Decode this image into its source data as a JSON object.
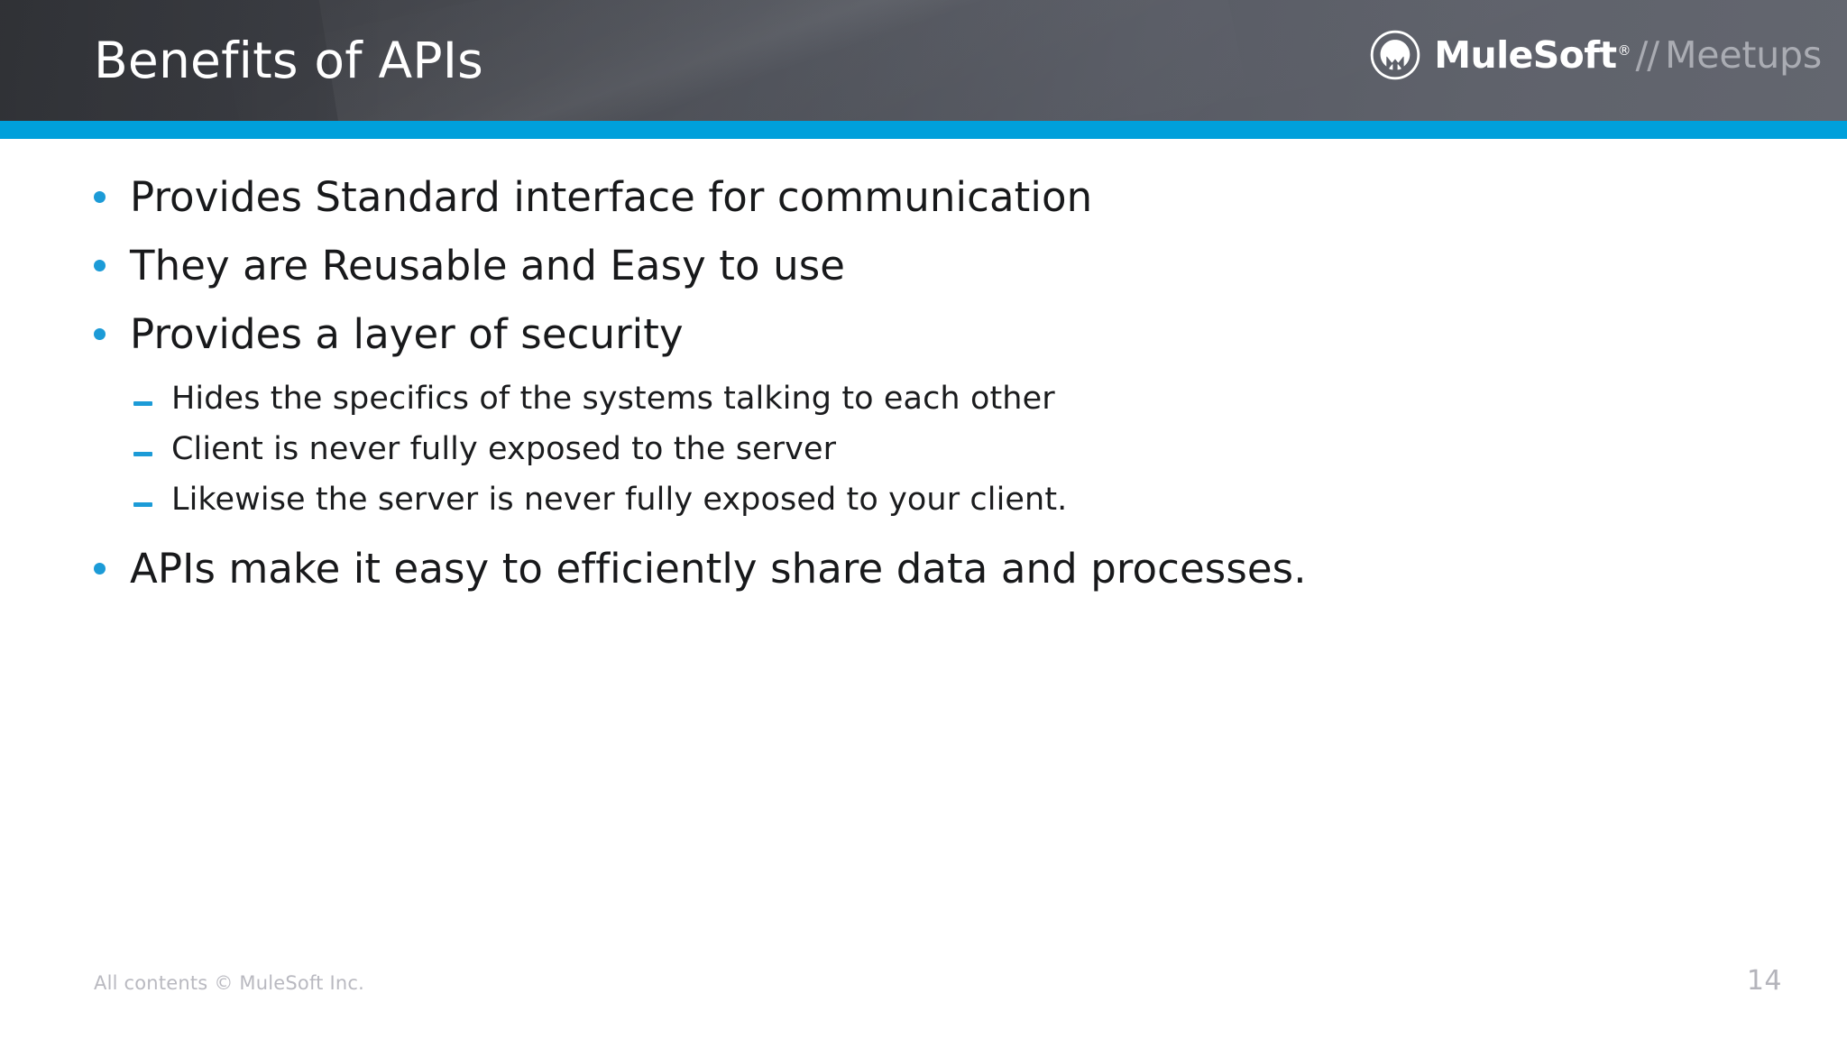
{
  "header": {
    "title": "Benefits of APIs",
    "background_color": "#4a4d55",
    "accent_bar_color": "#00a0db",
    "logo": {
      "mark_name": "mulesoft-logo-mark",
      "brand": "MuleSoft",
      "registered_mark": "®",
      "separator": "//",
      "product": "Meetups"
    }
  },
  "body": {
    "bullet_color": "#1c9bd7",
    "text_color": "#18191b",
    "bullets": [
      {
        "level": 1,
        "text": "Provides Standard interface for communication"
      },
      {
        "level": 1,
        "text": "They are Reusable and Easy to use"
      },
      {
        "level": 1,
        "text": "Provides a layer of security"
      },
      {
        "level": 2,
        "text": "Hides the specifics of the systems talking to each other"
      },
      {
        "level": 2,
        "text": "Client is never fully exposed to the server"
      },
      {
        "level": 2,
        "text": "Likewise the server is never fully exposed to your client."
      },
      {
        "level": 1,
        "text": "APIs make it easy to efficiently share data and processes."
      }
    ]
  },
  "footer": {
    "copyright": "All contents © MuleSoft Inc.",
    "page_number": "14"
  }
}
